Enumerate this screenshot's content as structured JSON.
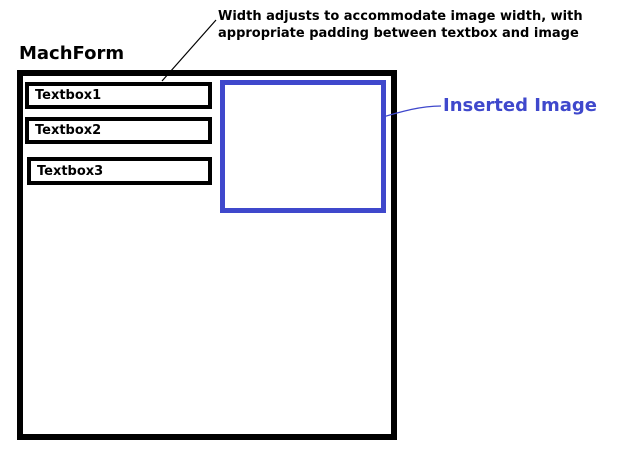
{
  "title": "MachForm",
  "annotation": {
    "line1": "Width adjusts to accommodate image width, with",
    "line2": "appropriate padding between textbox and image"
  },
  "form": {
    "textboxes": [
      {
        "label": "Textbox1"
      },
      {
        "label": "Textbox2"
      },
      {
        "label": "Textbox3"
      }
    ]
  },
  "image_label": "Inserted Image",
  "colors": {
    "accent_blue": "#3F48CC",
    "ink_black": "#000000",
    "background": "#FFFFFF"
  }
}
